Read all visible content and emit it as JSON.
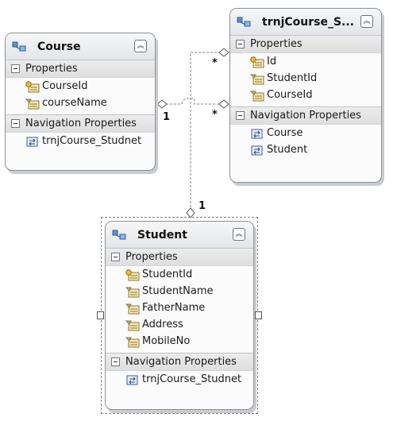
{
  "entities": {
    "course": {
      "title": "Course",
      "properties_label": "Properties",
      "properties": [
        "CourseId",
        "courseName"
      ],
      "nav_label": "Navigation Properties",
      "navigation": [
        "trnjCourse_Studnet"
      ]
    },
    "trnj": {
      "title": "trnjCourse_S...",
      "properties_label": "Properties",
      "properties": [
        "Id",
        "StudentId",
        "CourseId"
      ],
      "nav_label": "Navigation Properties",
      "navigation": [
        "Course",
        "Student"
      ]
    },
    "student": {
      "title": "Student",
      "properties_label": "Properties",
      "properties": [
        "StudentId",
        "StudentName",
        "FatherName",
        "Address",
        "MobileNo"
      ],
      "nav_label": "Navigation Properties",
      "navigation": [
        "trnjCourse_Studnet"
      ]
    }
  },
  "multiplicities": {
    "course_end": "1",
    "trnj_course_end": "*",
    "trnj_student_end": "*",
    "student_end": "1"
  },
  "collapse_glyph": "︽"
}
